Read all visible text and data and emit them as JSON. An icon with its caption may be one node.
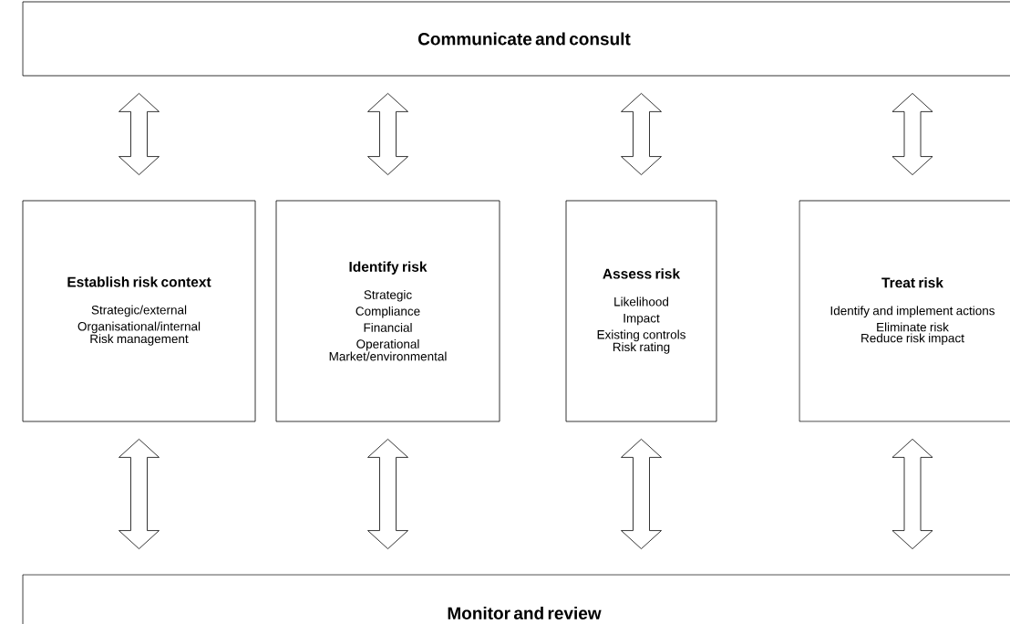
{
  "diagram": {
    "nodes": [
      {
        "text": [
          "Communicate and consult"
        ]
      },
      {
        "text": [
          "Establish risk context",
          "Strategic/external",
          "Organisational/internal",
          "Risk management"
        ]
      },
      {
        "text": [
          "Identify risk",
          "Strategic",
          "Compliance",
          "Financial",
          "Operational",
          "Market/environmental"
        ]
      },
      {
        "text": [
          "Assess risk",
          "Likelihood",
          "Impact",
          "Existing controls",
          "Risk rating"
        ]
      },
      {
        "text": [
          "Treat risk",
          "Identify and implement actions",
          "Eliminate risk",
          "Reduce risk impact"
        ]
      },
      {
        "text": [
          "Monitor and review"
        ]
      }
    ],
    "edges": [
      {
        "from": 0,
        "to": 1,
        "arrow": "both"
      },
      {
        "from": 0,
        "to": 2,
        "arrow": "both"
      },
      {
        "from": 0,
        "to": 3,
        "arrow": "both"
      },
      {
        "from": 0,
        "to": 4,
        "arrow": "both"
      },
      {
        "from": 1,
        "to": 5,
        "arrow": "both"
      },
      {
        "from": 2,
        "to": 5,
        "arrow": "both"
      },
      {
        "from": 3,
        "to": 5,
        "arrow": "both"
      },
      {
        "from": 4,
        "to": 5,
        "arrow": "both"
      }
    ]
  }
}
